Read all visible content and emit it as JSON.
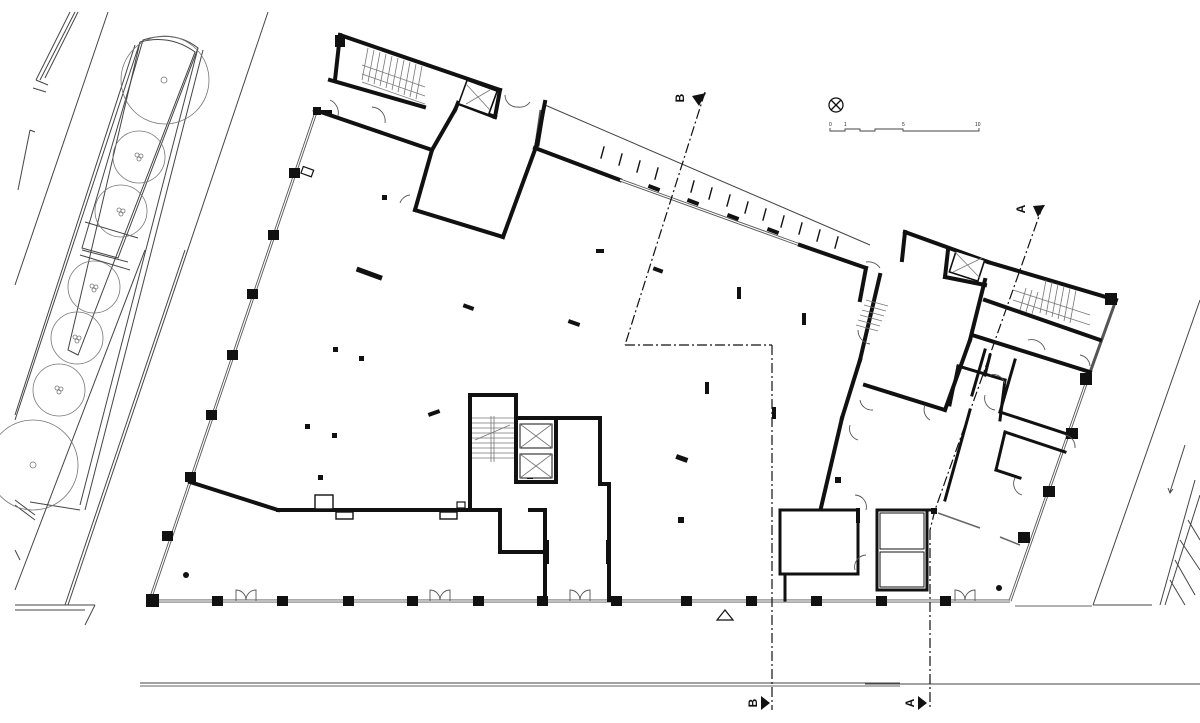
{
  "drawing": {
    "type": "architectural floor plan",
    "background": "#ffffff",
    "line_color": "#111111"
  },
  "section_markers": {
    "A_top": "A",
    "B_top": "B",
    "A_bottom": "A",
    "B_bottom": "B"
  },
  "north_symbol": "north-arrow-circle-x",
  "scale_bar": {
    "ticks": [
      "0",
      "1",
      "5",
      "10"
    ]
  },
  "entrance_marker": "triangle",
  "legend_icons": {
    "columns": "filled-square",
    "doors": "swing-arc",
    "stairs": "stair-treads",
    "elevators": "x-box"
  }
}
